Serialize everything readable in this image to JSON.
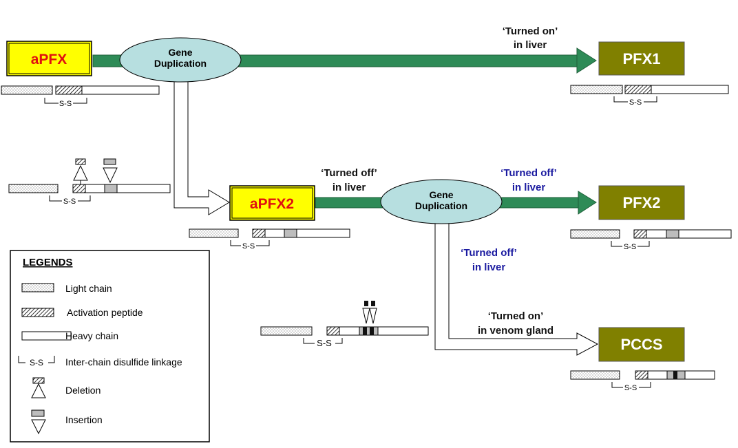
{
  "colors": {
    "arrow_green": "#2e8b57",
    "arrow_stroke": "#1f5f3a",
    "ellipse_fill": "#b7dfe0",
    "ancestral_fill": "#ffff00",
    "ancestral_text": "#e01010",
    "modern_fill": "#808000",
    "modern_text": "#ffffff",
    "blue_label": "#1a1aa0",
    "black_label": "#111111",
    "insertion_gray": "#bdbdbd",
    "insertion_dark": "#111111"
  },
  "nodes": {
    "apfx": "aPFX",
    "apfx2": "aPFX2",
    "pfx1": "PFX1",
    "pfx2": "PFX2",
    "pccs": "PCCS"
  },
  "events": {
    "dup1_line1": "Gene",
    "dup1_line2": "Duplication",
    "dup2_line1": "Gene",
    "dup2_line2": "Duplication"
  },
  "labels": {
    "pfx1_on_1": "‘Turned on’",
    "pfx1_on_2": "in liver",
    "apfx2_off_1": "‘Turned off’",
    "apfx2_off_2": "in liver",
    "pfx2_off_1": "‘Turned off’",
    "pfx2_off_2": "in liver",
    "pccs_off_1": "‘Turned off’",
    "pccs_off_2": "in liver",
    "pccs_on_1": "‘Turned on’",
    "pccs_on_2": "in venom gland"
  },
  "ss_label": "S-S",
  "legend": {
    "title": "LEGENDS",
    "items": [
      {
        "symbol": "light-chain",
        "label": "Light chain"
      },
      {
        "symbol": "activation-peptide",
        "label": "Activation peptide"
      },
      {
        "symbol": "heavy-chain",
        "label": "Heavy chain"
      },
      {
        "symbol": "disulfide-linkage",
        "label": "Inter-chain disulfide linkage"
      },
      {
        "symbol": "deletion",
        "label": "Deletion"
      },
      {
        "symbol": "insertion",
        "label": "Insertion"
      }
    ]
  }
}
